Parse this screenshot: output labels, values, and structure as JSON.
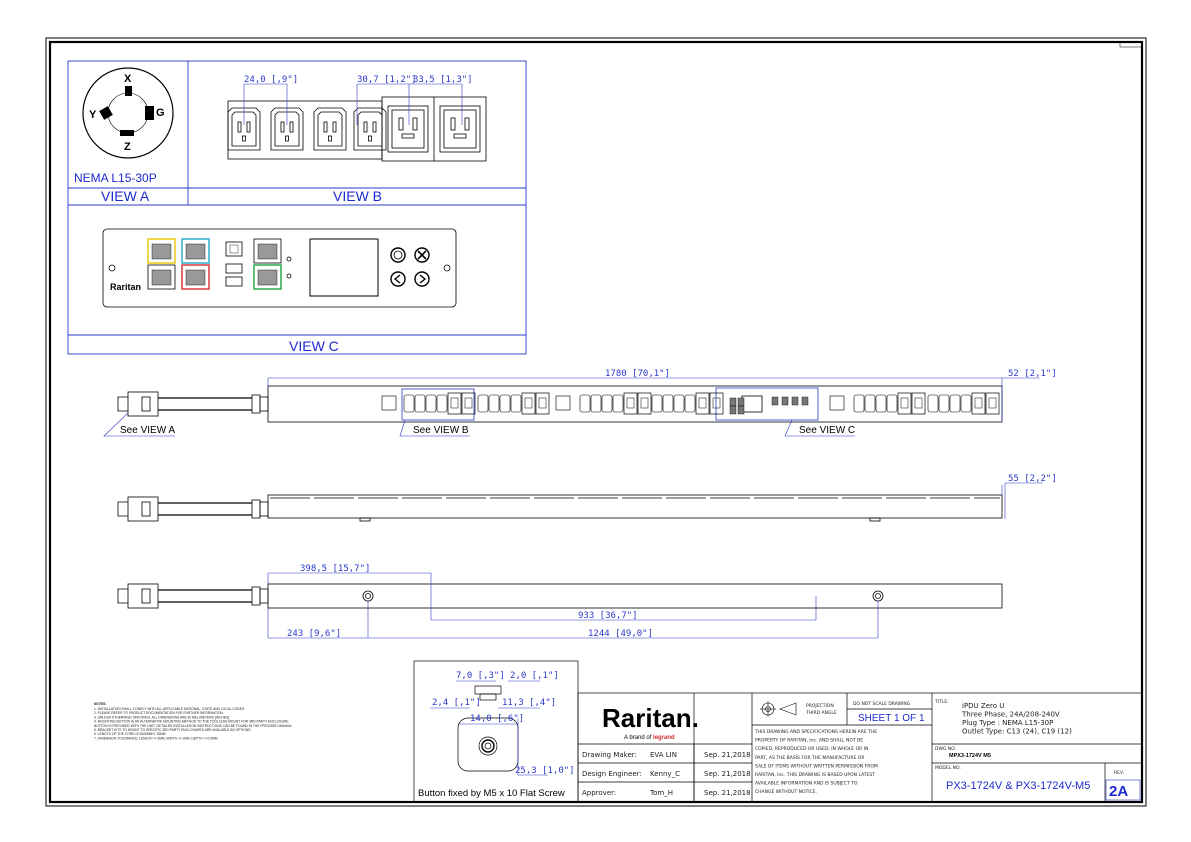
{
  "view_a": {
    "label": "VIEW A",
    "plug_name": "NEMA L15-30P",
    "pins": {
      "x": "X",
      "y": "Y",
      "g": "G",
      "z": "Z"
    }
  },
  "view_b": {
    "label": "VIEW B",
    "dim1": "24,0 [,9\"]",
    "dim2": "30,7 [1,2\"]",
    "dim3": "33,5 [1,3\"]"
  },
  "view_c": {
    "label": "VIEW C",
    "brand": "Raritan"
  },
  "callouts": {
    "a": "See VIEW A",
    "b": "See VIEW B",
    "c": "See VIEW C"
  },
  "dims": {
    "overall_length": "1780 [70,1\"]",
    "width": "52 [2,1\"]",
    "depth": "55 [2,2\"]",
    "d_398": "398,5 [15,7\"]",
    "d_933": "933 [36,7\"]",
    "d_243": "243 [9,6\"]",
    "d_1244": "1244 [49,0\"]"
  },
  "button": {
    "d1": "7,0 [,3\"]",
    "d2": "2,0 [,1\"]",
    "d3": "2,4 [,1\"]",
    "d4": "11,3 [,4\"]",
    "d5": "14,0 [,6\"]",
    "d6": "25,3 [1,0\"]",
    "caption": "Button fixed by M5 x 10 Flat Screw"
  },
  "notes": {
    "title": "NOTES:",
    "lines": [
      "1. INSTALLATION SHALL COMPLY WITH ALL APPLICABLE NATIONAL, STATE AND LOCAL CODES.",
      "2. PLEASE REFER TO PRODUCT DOCUMENTATION FOR FURTHER INFORMATION.",
      "3. UNLESS OTHERWISE SPECIFIED, ALL DIMENSIONS ARE IN MILLIMETERS [INCHES].",
      "4. MOUNTING BUTTON IS AN ALTERNATIVE MOUNTING METHOD TO THE TOOLLESS MOUNT FOR 3RD PARTY ENCLOSURE.",
      "   BUTTON IS PROVIDED WITH THE UNIT. DETAILED INSTALLATION INSTRUCTIONS CAN BE FOUND IN THE PROVIDED MANUAL.",
      "5. BRACKET KITS TO MOUNT TO SPECIFIC 3RD PARTY ENCLOSURES ARE AVAILABLE AS OPTIONS.",
      "6. LENGTH OF THE CORD IS 3000MM+/-75MM",
      "7. DIMENSION TOLERANCE: LENGTH +/-3MM, WIDTH +/-1MM, DEPTH +/-0.5MM"
    ]
  },
  "title_block": {
    "logo": "Raritan.",
    "tagline": "A brand of",
    "tagline_brand": "legrand",
    "rows": [
      {
        "role": "Drawing Maker:",
        "name": "EVA LIN",
        "date": "Sep. 21,2018"
      },
      {
        "role": "Design Engineer:",
        "name": "Kenny_C",
        "date": "Sep. 21,2018"
      },
      {
        "role": "Approver:",
        "name": "Tom_H",
        "date": "Sep. 21,2018"
      }
    ],
    "projection": "PROJECTION",
    "projection2": "THIRD ANGLE",
    "no_scale": "DO NOT SCALE DRAWING",
    "sheet": "SHEET 1 OF 1",
    "disclaimer": [
      "THIS DRAWING AND SPECIFICATIONS HEREIN ARE THE",
      "PROPERTY OF RARITAN, Inc. AND SHALL NOT BE",
      "COPIED, REPRODUCED OR USED, IN WHOLE OR IN",
      "PART, AS THE BASIS FOR THE MANUFACTURE OR",
      "SALE OF ITEMS WITHOUT WRITTEN PERMISSION FROM",
      "RARITAN, Inc. THIS DRAWING IS BASED UPON LATEST",
      "AVAILABLE INFORMATION AND IS SUBJECT TO",
      "CHANGE WITHOUT NOTICE."
    ],
    "title_label": "TITLE:",
    "title_lines": [
      "iPDU Zero U",
      "Three Phase, 24A/208-240V",
      "Plug Type : NEMA L15-30P",
      "Outlet Type: C13 (24), C19 (12)"
    ],
    "dwg_label": "DWG NO.",
    "dwg_no": "MPX3-1724V M5",
    "model_label": "MODEL NO.",
    "model_no": "PX3-1724V & PX3-1724V-M5",
    "rev_label": "REV.",
    "rev": "2A"
  }
}
